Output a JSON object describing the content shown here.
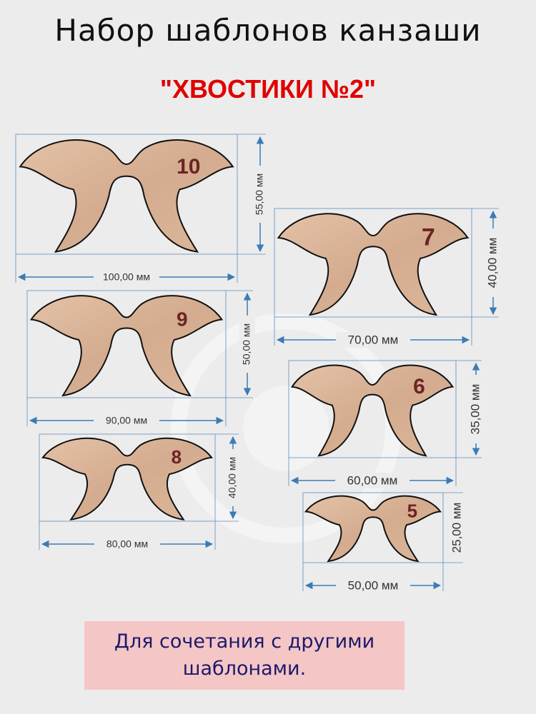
{
  "header": {
    "title": "Набор шаблонов канзаши",
    "subtitle": "\"ХВОСТИКИ №2\""
  },
  "templates": [
    {
      "number": "10",
      "width_label": "100,00 мм",
      "height_label": "55,00 мм"
    },
    {
      "number": "9",
      "width_label": "90,00 мм",
      "height_label": "50,00 мм"
    },
    {
      "number": "8",
      "width_label": "80,00 мм",
      "height_label": "40,00 мм"
    },
    {
      "number": "7",
      "width_label": "70,00 мм",
      "height_label": "40,00 мм"
    },
    {
      "number": "6",
      "width_label": "60,00 мм",
      "height_label": "35,00 мм"
    },
    {
      "number": "5",
      "width_label": "50,00 мм",
      "height_label": "25,00 мм"
    }
  ],
  "note": {
    "line1": "Для сочетания с другими",
    "line2": "шаблонами."
  },
  "colors": {
    "title": "#111111",
    "subtitle": "#e00000",
    "shape_fill": "#d9b59a",
    "shape_stroke": "#111111",
    "dimension": "#5b8fc0",
    "number": "#6b2424",
    "note_bg": "#f5c6c6",
    "note_text": "#1a1a6b"
  }
}
